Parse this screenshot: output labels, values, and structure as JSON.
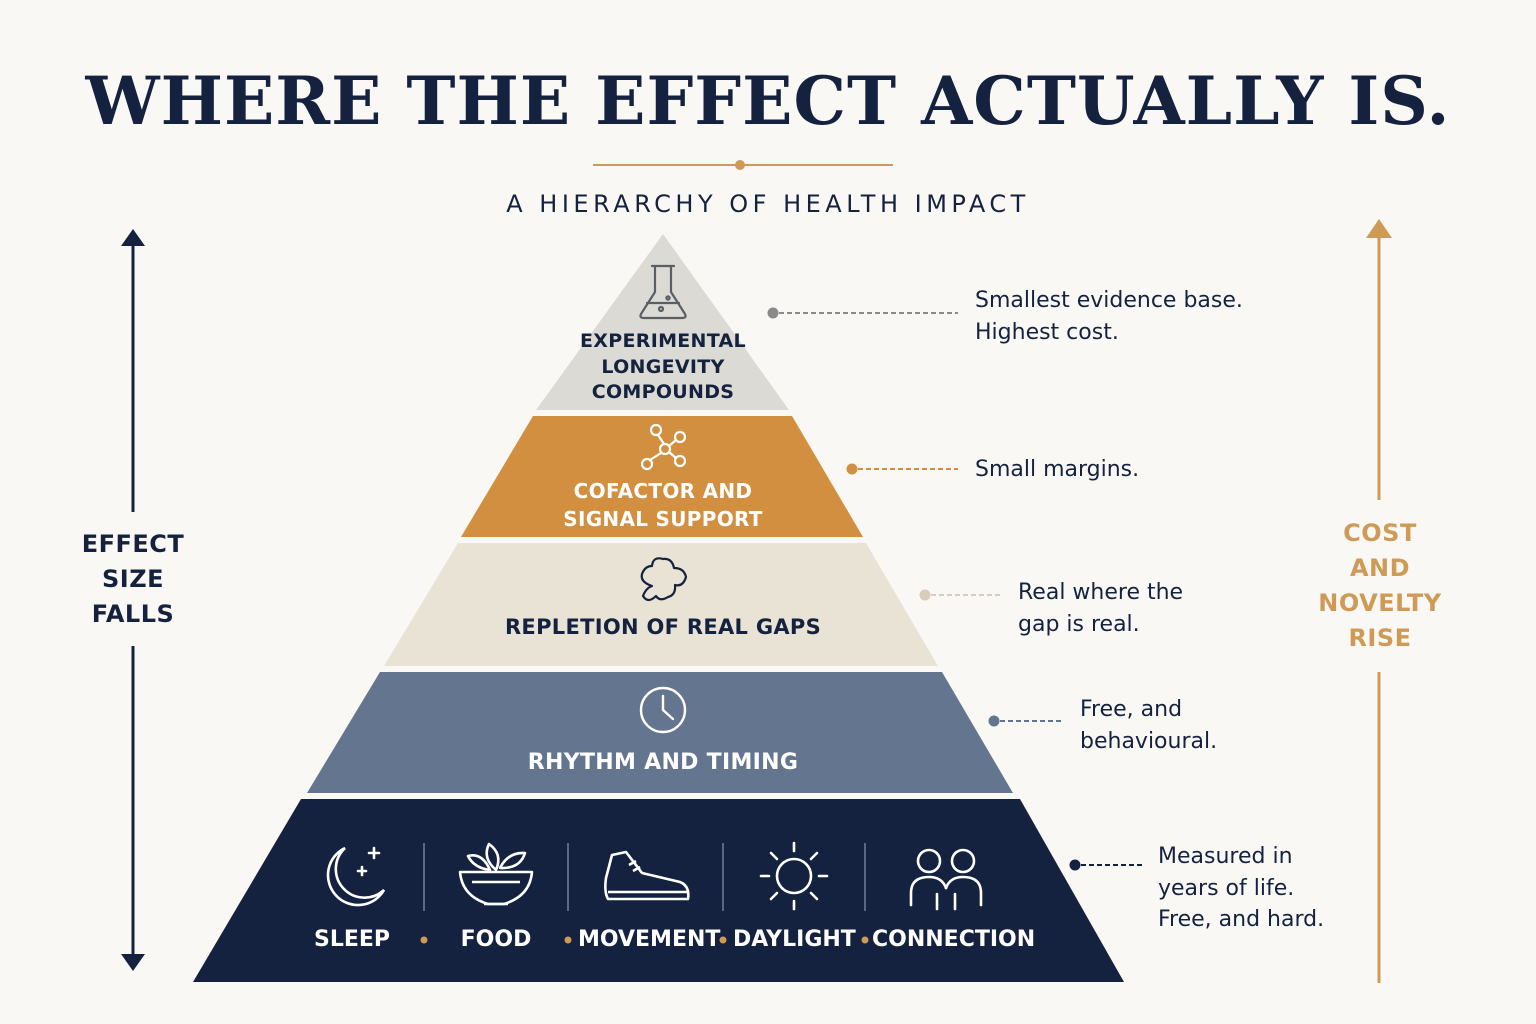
{
  "title": "WHERE THE EFFECT ACTUALLY IS.",
  "subtitle": "A HIERARCHY OF HEALTH IMPACT",
  "left_axis": {
    "lines": [
      "EFFECT",
      "SIZE",
      "FALLS"
    ]
  },
  "right_axis": {
    "lines": [
      "COST",
      "AND",
      "NOVELTY",
      "RISE"
    ]
  },
  "tiers": [
    {
      "lines": [
        "EXPERIMENTAL",
        "LONGEVITY",
        "COMPOUNDS"
      ],
      "icon": "flask-icon",
      "annotation": [
        "Smallest evidence base.",
        "Highest cost."
      ]
    },
    {
      "lines": [
        "COFACTOR AND",
        "SIGNAL SUPPORT"
      ],
      "icon": "network-nodes-icon",
      "annotation": [
        "Small margins."
      ]
    },
    {
      "label": "REPLETION OF REAL GAPS",
      "icon": "puzzle-piece-icon",
      "annotation": [
        "Real where the",
        "gap is real."
      ]
    },
    {
      "label": "RHYTHM AND TIMING",
      "icon": "clock-icon",
      "annotation": [
        "Free, and",
        "behavioural."
      ]
    },
    {
      "items": [
        {
          "label": "SLEEP",
          "icon": "moon-stars-icon"
        },
        {
          "label": "FOOD",
          "icon": "bowl-leaves-icon"
        },
        {
          "label": "MOVEMENT",
          "icon": "sneaker-icon"
        },
        {
          "label": "DAYLIGHT",
          "icon": "sun-icon"
        },
        {
          "label": "CONNECTION",
          "icon": "people-icon"
        }
      ],
      "annotation": [
        "Measured in",
        "years of life.",
        "Free, and hard."
      ]
    }
  ],
  "colors": {
    "navy": "#14223f",
    "gold": "#cf9a55",
    "tier_top": "#dcdad5",
    "tier_cofactor": "#d18f3f",
    "tier_repletion": "#e9e3d6",
    "tier_rhythm": "#64768f",
    "tier_base": "#14223f",
    "background": "#faf8f4"
  }
}
